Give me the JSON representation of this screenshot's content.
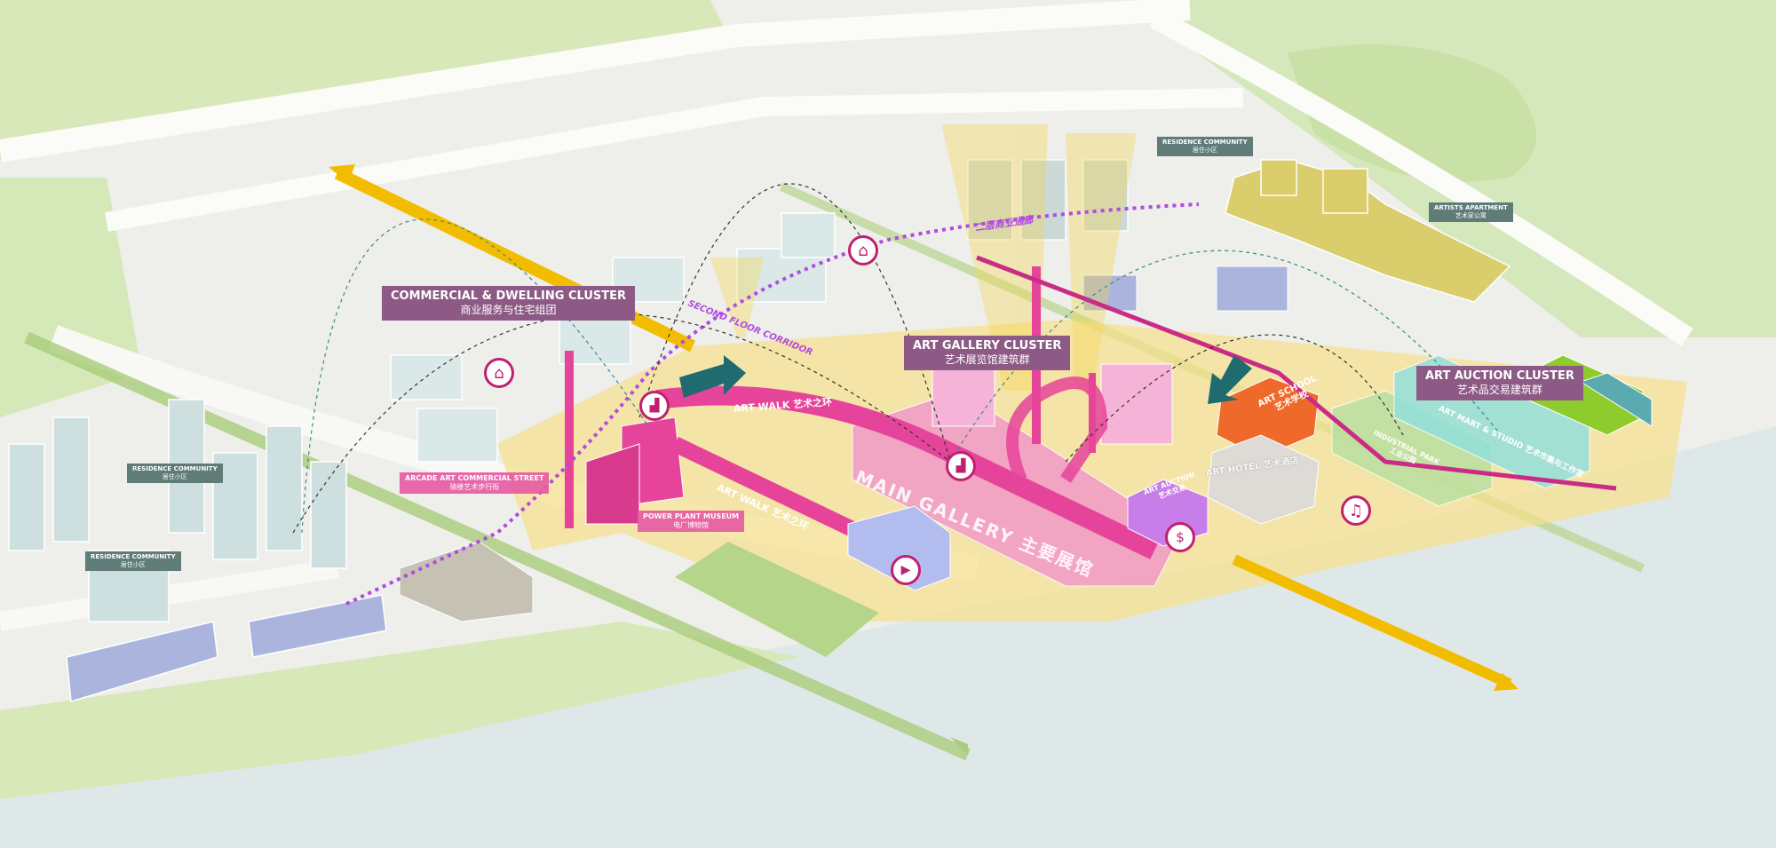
{
  "clusters": {
    "commercial": {
      "en": "COMMERCIAL & DWELLING CLUSTER",
      "cn": "商业服务与住宅组团"
    },
    "gallery": {
      "en": "ART GALLERY CLUSTER",
      "cn": "艺术展览馆建筑群"
    },
    "auction": {
      "en": "ART AUCTION CLUSTER",
      "cn": "艺术品交易建筑群"
    }
  },
  "small_tags": {
    "residence_top": {
      "en": "RESIDENCE COMMUNITY",
      "cn": "居住小区"
    },
    "artists_apartment": {
      "en": "ARTISTS APARTMENT",
      "cn": "艺术家公寓"
    },
    "residence_left1": {
      "en": "RESIDENCE COMMUNITY",
      "cn": "居住小区"
    },
    "residence_left2": {
      "en": "RESIDENCE COMMUNITY",
      "cn": "居住小区"
    }
  },
  "pink_tags": {
    "arcade": {
      "en": "ARCADE ART COMMERCIAL STREET",
      "cn": "骑楼艺术步行街"
    },
    "power_plant": {
      "en": "POWER PLANT MUSEUM",
      "cn": "电厂博物馆"
    }
  },
  "paths": {
    "art_walk_1": "ART WALK 艺术之环",
    "art_walk_2": "ART WALK 艺术之环",
    "main_gallery": "MAIN GALLERY 主要展馆",
    "second_floor_en": "SECOND FLOOR CORRIDOR",
    "second_floor_cn": "二层商业通廊"
  },
  "buildings": {
    "art_school": {
      "en": "ART SCHOOL",
      "cn": "艺术学校"
    },
    "art_hotel": "ART HOTEL 艺术酒店",
    "art_auction": {
      "en": "ART AUCTION",
      "cn": "艺术交易"
    },
    "industrial_park": {
      "en": "INDUSTRIAL PARK",
      "cn": "工业公园"
    },
    "art_mart": "ART MART & STUDIO 艺术市集与工作室"
  },
  "colors": {
    "cluster_tag": "#8d5a86",
    "small_tag": "#5f7c79",
    "pink": "#e6449a",
    "yellow": "#f5c400",
    "water": "#dfe8e8",
    "park": "#cfe0a6"
  },
  "icons": [
    "home-icon",
    "gallery-icon",
    "play-icon",
    "music-icon",
    "money-icon"
  ]
}
